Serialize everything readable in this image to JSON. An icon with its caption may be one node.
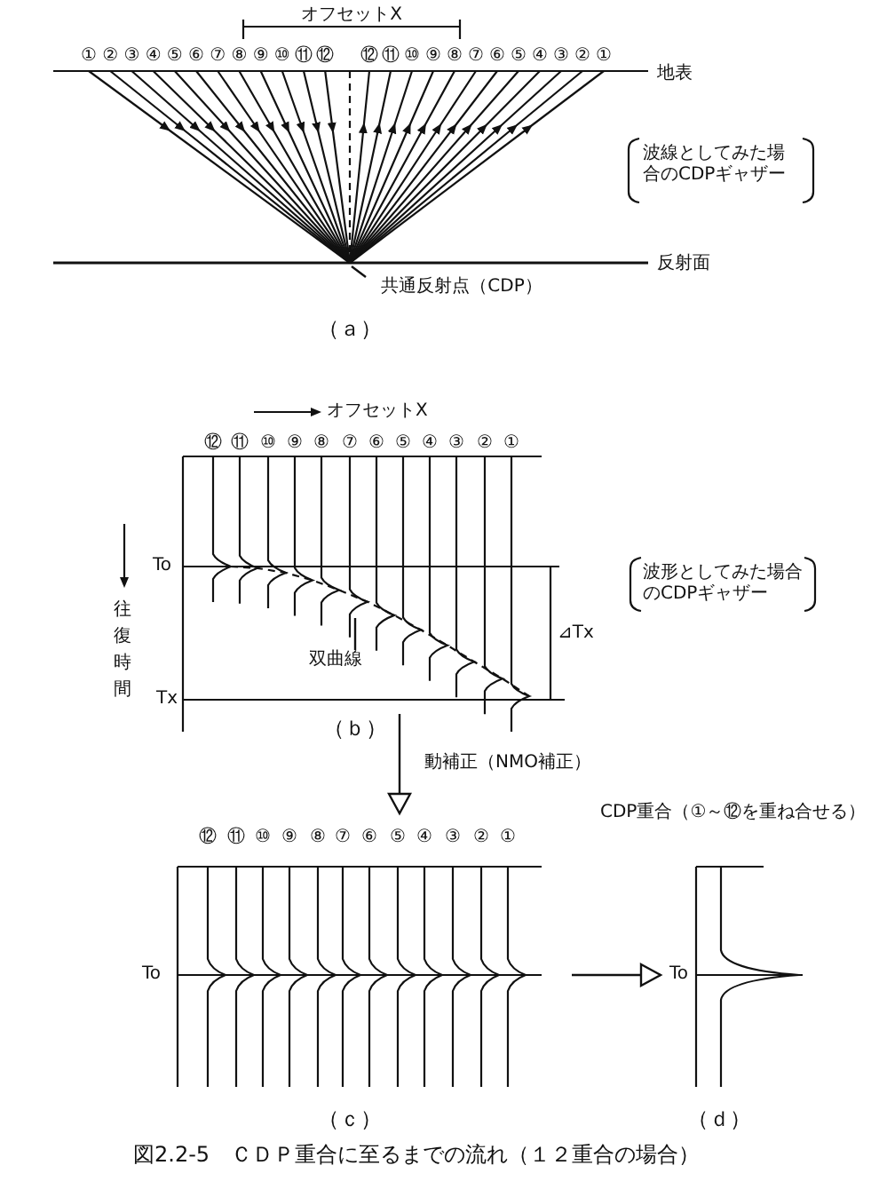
{
  "diagram": {
    "caption": "図2.2-5　ＣＤＰ重合に至るまでの流れ（１２重合の場合）",
    "nodes": [
      {
        "text": [],
        "shape": "picture",
        "beside": [
          "（ａ）"
        ]
      },
      {
        "text": [],
        "shape": "picture",
        "beside": [
          "（ｂ）"
        ]
      },
      {
        "text": [],
        "shape": "picture",
        "beside": [
          "（ｃ）"
        ]
      },
      {
        "text": [],
        "shape": "picture",
        "beside": [
          "（ｄ）"
        ]
      },
      {
        "text": [
          "双曲線"
        ],
        "in": 1
      },
      {
        "text": [
          "共通反射点（CDP）"
        ],
        "in": 0
      }
    ],
    "edges": [
      {
        "from": 1,
        "to": 2,
        "arrow": "to",
        "label": "動補正（NMO補正）"
      },
      {
        "from": 2,
        "to": 3,
        "arrow": "to"
      },
      {
        "from": 4,
        "to": null,
        "arrow": "none"
      },
      {
        "from": 5,
        "to": null,
        "arrow": "none"
      }
    ],
    "labels": [
      "オフセットX",
      "①",
      "②",
      "③",
      "④",
      "⑤",
      "⑥",
      "⑦",
      "⑧",
      "⑨",
      "⑩",
      "⑪",
      "⑫",
      "⑫",
      "⑪",
      "⑩",
      "⑨",
      "⑧",
      "⑦",
      "⑥",
      "⑤",
      "④",
      "③",
      "②",
      "①",
      "地表",
      "波線としてみた場合のCDPギャザー",
      "反射面",
      "オフセットX",
      "⑫",
      "⑪",
      "⑩",
      "⑨",
      "⑧",
      "⑦",
      "⑥",
      "⑤",
      "④",
      "③",
      "②",
      "①",
      "To",
      "往復時間",
      "波形としてみた場合のCDPギャザー",
      "⊿Tx",
      "Tx",
      "CDP重合（①～⑫を重ね合せる）",
      "⑫",
      "⑪",
      "⑩",
      "⑨",
      "⑧",
      "⑦",
      "⑥",
      "⑤",
      "④",
      "③",
      "②",
      "①",
      "To",
      "To"
    ]
  }
}
